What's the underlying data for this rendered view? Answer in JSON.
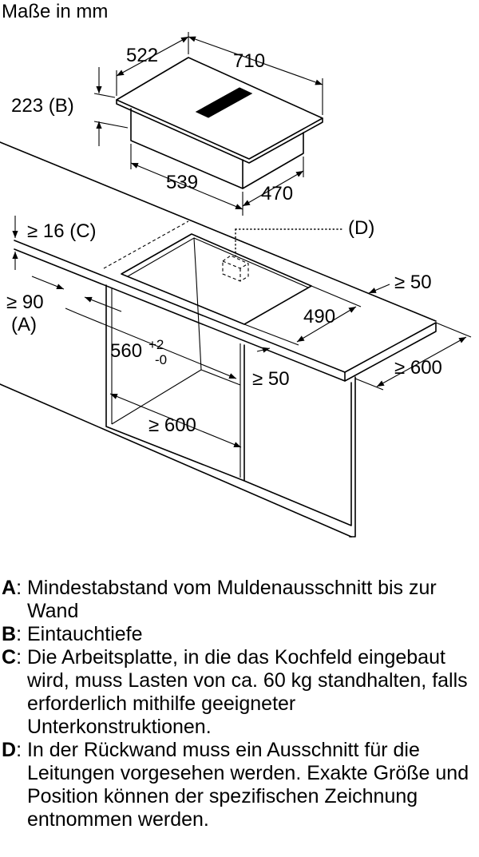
{
  "units_title": "Maße in mm",
  "dimensions": {
    "hob_depth": "522",
    "hob_width": "710",
    "immersion_depth": "223 (B)",
    "box_width": "539",
    "box_depth": "470",
    "worktop_thickness": "≥ 16 (C)",
    "cutout_label": "(D)",
    "wall_distance_value": "≥ 90",
    "wall_distance_label": "(A)",
    "side_distance_top": "≥ 50",
    "cutout_depth": "490",
    "cutout_width": "560",
    "cutout_tol_plus": "+2",
    "cutout_tol_minus": "-0",
    "front_distance": "≥ 50",
    "cabinet_depth": "≥ 600",
    "cabinet_width": "≥ 600"
  },
  "legend": [
    {
      "key": "A",
      "text": "Mindestabstand vom Muldenausschnitt bis zur Wand"
    },
    {
      "key": "B",
      "text": "Eintauchtiefe"
    },
    {
      "key": "C",
      "text": "Die Arbeitsplatte, in die das Kochfeld eingebaut wird, muss Lasten von ca. 60 kg standhalten, falls erforderlich mithilfe geeigneter Unterkonstruktionen."
    },
    {
      "key": "D",
      "text": "In der Rückwand muss ein Ausschnitt für die Leitungen vorgesehen werden. Exakte Größe und Position können der spezifischen Zeichnung entnommen werden."
    }
  ]
}
